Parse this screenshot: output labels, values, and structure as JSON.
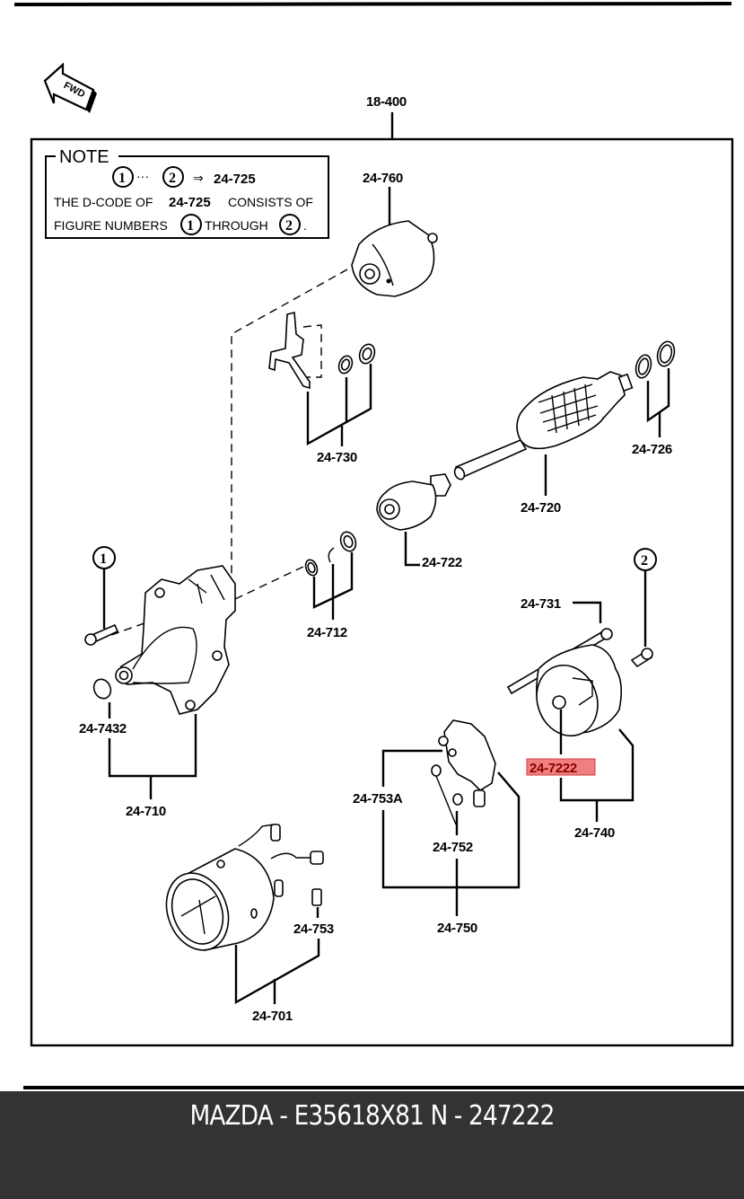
{
  "footer": {
    "brand": "MAZDA",
    "part_number": "E35618X81",
    "n_label": "N",
    "n_code": "247222",
    "text": "MAZDA - E35618X81   N - 247222",
    "background": "#333333",
    "text_color": "#ffffff"
  },
  "diagram": {
    "fwd_icon_label": "FWD",
    "assembly_label": "18-400",
    "note": {
      "title": "NOTE",
      "circle_1": "1",
      "circle_2": "2",
      "ellipsis": "···",
      "arrow": "⇒",
      "target_code": "24-725",
      "line2_prefix": "THE D-CODE OF",
      "line2_code": "24-725",
      "line2_suffix": "CONSISTS OF",
      "line3_prefix": "FIGURE NUMBERS",
      "line3_mid": "THROUGH",
      "line3_end": "."
    },
    "callouts": {
      "c1": "1",
      "c2": "2"
    },
    "labels": {
      "p24_760": "24-760",
      "p24_730": "24-730",
      "p24_726": "24-726",
      "p24_720": "24-720",
      "p24_722": "24-722",
      "p24_712": "24-712",
      "p24_731": "24-731",
      "p24_7432": "24-7432",
      "p24_710": "24-710",
      "p24_7222": "24-7222",
      "p24_740": "24-740",
      "p24_753A": "24-753A",
      "p24_752": "24-752",
      "p24_750": "24-750",
      "p24_753": "24-753",
      "p24_701": "24-701"
    },
    "highlighted_part": "24-7222",
    "highlight_color": "#f08080"
  }
}
